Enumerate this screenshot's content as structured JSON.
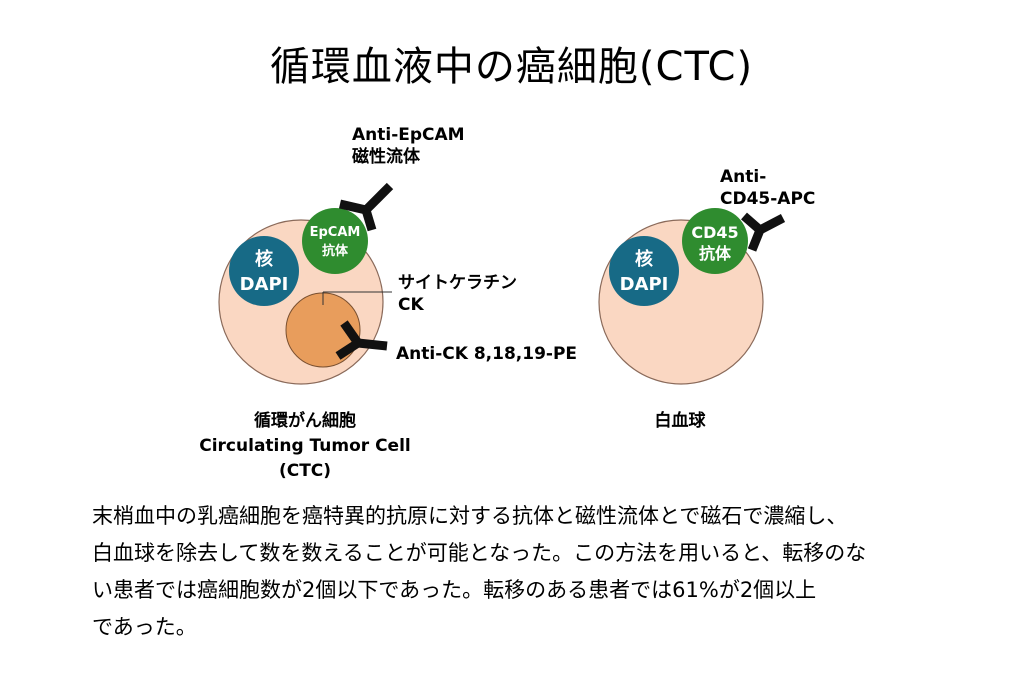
{
  "title": "循環血液中の癌細胞(CTC)",
  "ctc": {
    "nucleus_line1": "核",
    "nucleus_line2": "DAPI",
    "epcam_line1": "EpCAM",
    "epcam_line2": "抗体",
    "anti_epcam_line1": "Anti-EpCAM",
    "anti_epcam_line2": "磁性流体",
    "cytokeratin_line1": "サイトケラチン",
    "cytokeratin_line2": "CK",
    "anti_ck": "Anti-CK 8,18,19-PE",
    "caption_line1": "循環がん細胞",
    "caption_line2": "Circulating Tumor Cell",
    "caption_line3": "(CTC)"
  },
  "wbc": {
    "nucleus_line1": "核",
    "nucleus_line2": "DAPI",
    "cd45_line1": "CD45",
    "cd45_line2": "抗体",
    "anti_cd45_line1": "Anti-",
    "anti_cd45_line2": "CD45-APC",
    "caption": "白血球"
  },
  "colors": {
    "cell_fill": "#fad7c2",
    "cell_stroke": "#8a6a5a",
    "nucleus_blue": "#176a86",
    "antibody_green": "#2f8c2f",
    "cytokeratin_orange": "#e89d5c",
    "antibody_black": "#111111"
  },
  "body": {
    "line1": "末梢血中の乳癌細胞を癌特異的抗原に対する抗体と磁性流体とで磁石で濃縮し、",
    "line2": "白血球を除去して数を数えることが可能となった。この方法を用いると、転移のな",
    "line3": "い患者では癌細胞数が2個以下であった。転移のある患者では61%が2個以上",
    "line4": "であった。"
  }
}
